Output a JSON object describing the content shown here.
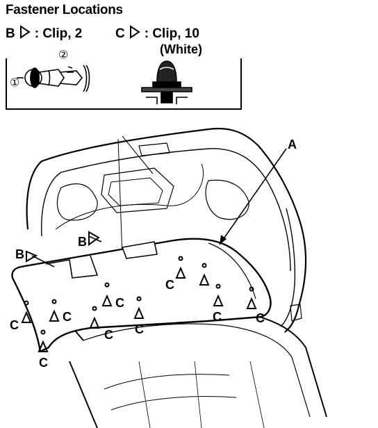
{
  "title": "Fastener Locations",
  "legend": {
    "b_letter": "B",
    "b_text": ": Clip, 2",
    "c_letter": "C",
    "c_text": ": Clip, 10",
    "c_note": "(White)",
    "step1": "①",
    "step2": "②"
  },
  "callouts": {
    "a": "A",
    "b": "B",
    "c": "C"
  }
}
